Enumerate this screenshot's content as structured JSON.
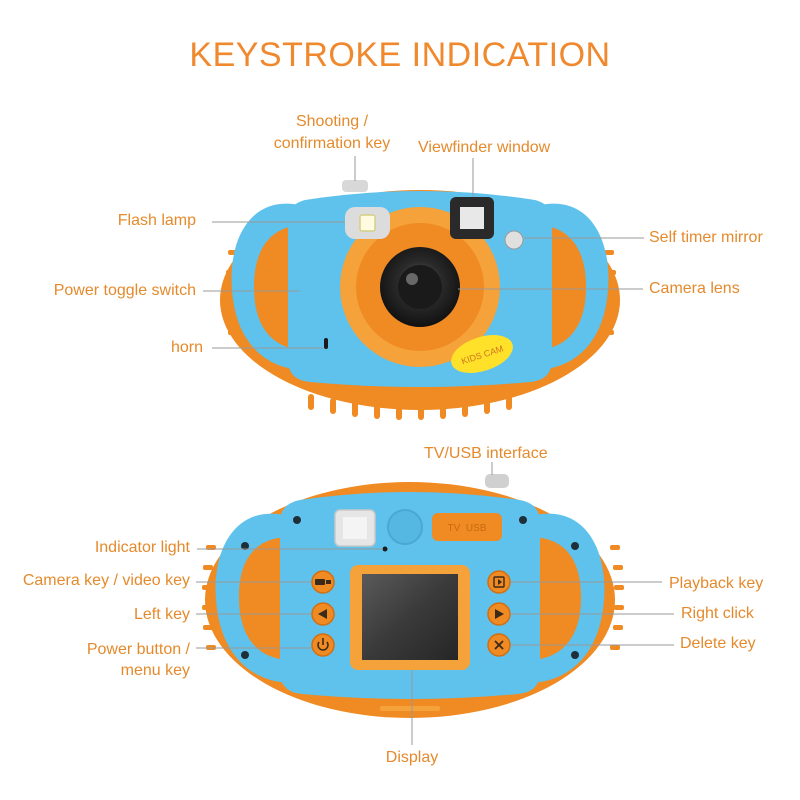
{
  "title": "KEYSTROKE INDICATION",
  "front_labels": {
    "shooting_line1": "Shooting /",
    "shooting_line2": "confirmation key",
    "viewfinder": "Viewfinder window",
    "flash": "Flash lamp",
    "self_timer": "Self timer mirror",
    "power_toggle": "Power toggle switch",
    "camera_lens": "Camera lens",
    "horn": "horn",
    "badge_text": "KIDS CAM"
  },
  "back_labels": {
    "tv_usb": "TV/USB interface",
    "indicator": "Indicator light",
    "camera_video_key": "Camera key / video key",
    "left_key": "Left key",
    "power_line1": "Power button /",
    "power_line2": "menu key",
    "playback_key": "Playback key",
    "right_click": "Right click",
    "delete_key": "Delete key",
    "display": "Display",
    "cover_text": "TV  USB"
  },
  "colors": {
    "accent": "#f0892e",
    "label": "#e58a2c",
    "blue": "#5ec2ec",
    "orange": "#f08a22",
    "line": "#9a9a9a"
  },
  "icons": {
    "camera_video": "camera-video-icon",
    "left": "triangle-left-icon",
    "power": "power-icon",
    "playback": "playback-icon",
    "right": "triangle-right-icon",
    "delete": "x-icon"
  }
}
